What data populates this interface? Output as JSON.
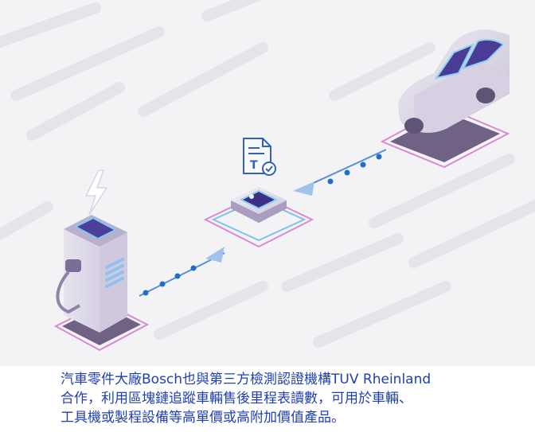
{
  "illustration": {
    "doc_letter": "T",
    "colors": {
      "background": "#f3f3f6",
      "accent_blue": "#2f7fd6",
      "accent_purple": "#6a4fc7",
      "shadow": "#b7aacc",
      "caption": "#1f3fb5"
    },
    "icons": [
      "lightning-icon",
      "document-check-icon",
      "charging-station",
      "blockchain-chip",
      "car"
    ]
  },
  "caption": {
    "line1": "汽車零件大廠Bosch也與第三方檢測認證機構TUV Rheinland",
    "line2": "合作，利用區塊鏈追蹤車輛售後里程表讀數，可用於車輛、",
    "line3": "工具機或製程設備等高單價或高附加價值產品。"
  }
}
